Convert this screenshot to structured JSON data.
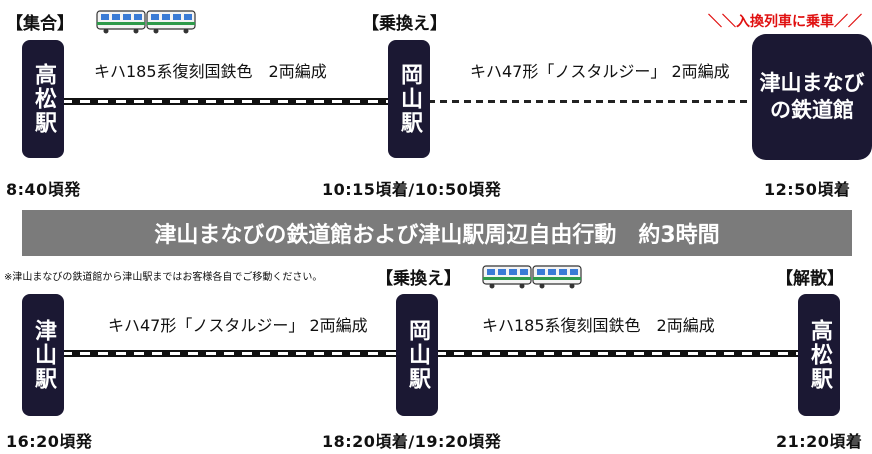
{
  "outbound": {
    "depart_tag": "【集合】",
    "transfer_tag": "【乗換え】",
    "arrive_note": "＼＼入換列車に乗車／／",
    "origin_station": "高松駅",
    "transfer_station": "岡山駅",
    "destination": "津山まなびの鉄道館",
    "segment1_train": "キハ185系復刻国鉄色　2両編成",
    "segment2_train": "キハ47形「ノスタルジー」 2両編成",
    "origin_time": "8:40頃発",
    "transfer_time": "10:15頃着/10:50頃発",
    "destination_time": "12:50頃着"
  },
  "banner": {
    "text": "津山まなびの鉄道館および津山駅周辺自由行動　約3時間"
  },
  "return": {
    "note": "※津山まなびの鉄道館から津山駅まではお客様各自でご移動ください。",
    "transfer_tag": "【乗換え】",
    "end_tag": "【解散】",
    "origin_station": "津山駅",
    "transfer_station": "岡山駅",
    "destination_station": "高松駅",
    "segment1_train": "キハ47形「ノスタルジー」 2両編成",
    "segment2_train": "キハ185系復刻国鉄色　2両編成",
    "origin_time": "16:20頃発",
    "transfer_time": "18:20頃着/19:20頃発",
    "destination_time": "21:20頃着"
  },
  "icons": {
    "train_icon": "train-icon",
    "colors": {
      "station_pill": "#1b1833",
      "banner": "#7b7b7b",
      "note_red": "#e01010",
      "train_green": "#2e9a4a"
    }
  }
}
